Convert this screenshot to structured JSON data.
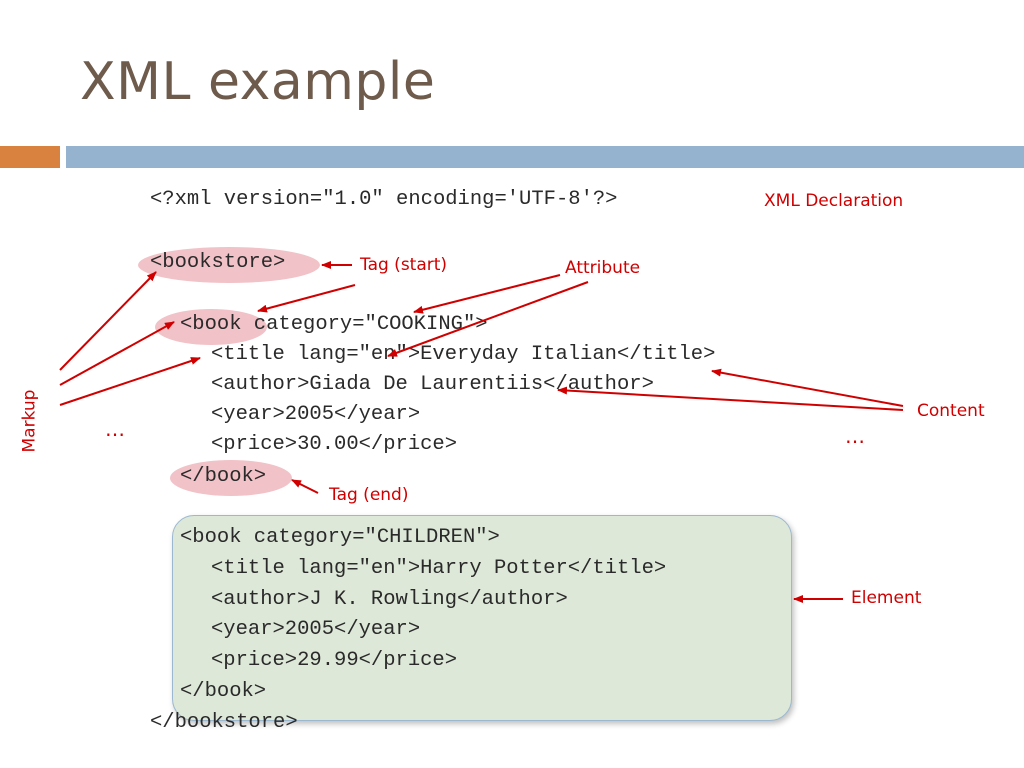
{
  "slide": {
    "title": "XML example"
  },
  "code": {
    "decl": "<?xml version=\"1.0\" encoding='UTF-8'?>",
    "bookstore_open": "<bookstore>",
    "book1_open": "<book category=\"COOKING\">",
    "book1_title": "<title lang=\"en\">Everyday Italian</title>",
    "book1_author": "<author>Giada De Laurentiis</author>",
    "book1_year": "<year>2005</year>",
    "book1_price": "<price>30.00</price>",
    "book1_close": "</book>",
    "book2_open": "<book category=\"CHILDREN\">",
    "book2_title": "<title lang=\"en\">Harry Potter</title>",
    "book2_author": "<author>J K. Rowling</author>",
    "book2_year": "<year>2005</year>",
    "book2_price": "<price>29.99</price>",
    "book2_close": "</book>",
    "bookstore_close": "</bookstore>"
  },
  "annotations": {
    "xml_declaration": "XML Declaration",
    "tag_start": "Tag (start)",
    "attribute": "Attribute",
    "content": "Content",
    "markup": "Markup",
    "tag_end": "Tag (end)",
    "element": "Element",
    "ellipsis_left": "…",
    "ellipsis_right": "…"
  },
  "colors": {
    "title": "#6e5b4c",
    "accent_orange": "#d9823f",
    "accent_blue": "#95b3cf",
    "annotation": "#d00000",
    "element_fill": "#dde8d8"
  }
}
